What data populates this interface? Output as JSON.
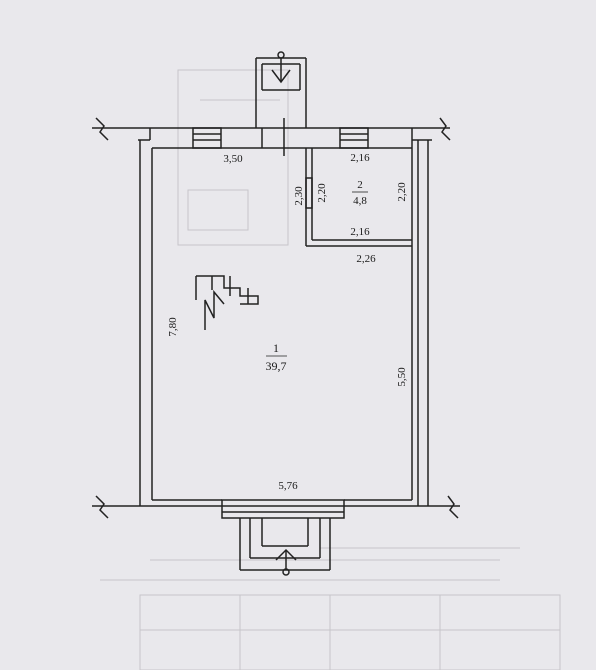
{
  "plan": {
    "rooms": [
      {
        "number": "1",
        "area": "39,7"
      },
      {
        "number": "2",
        "area": "4,8"
      }
    ],
    "dimensions": {
      "top_hall_width": "3,50",
      "room2_top": "2,16",
      "room2_bottom": "2,16",
      "room2_right": "2,20",
      "room2_left_outer": "2,30",
      "room2_left_inner": "2,20",
      "below_room2": "2,26",
      "left_height": "7,80",
      "right_height": "5,50",
      "bottom_width": "5,76"
    },
    "colors": {
      "paper": "#e9e8ec",
      "line": "#222222",
      "ghost": "#c6c5ca"
    }
  }
}
